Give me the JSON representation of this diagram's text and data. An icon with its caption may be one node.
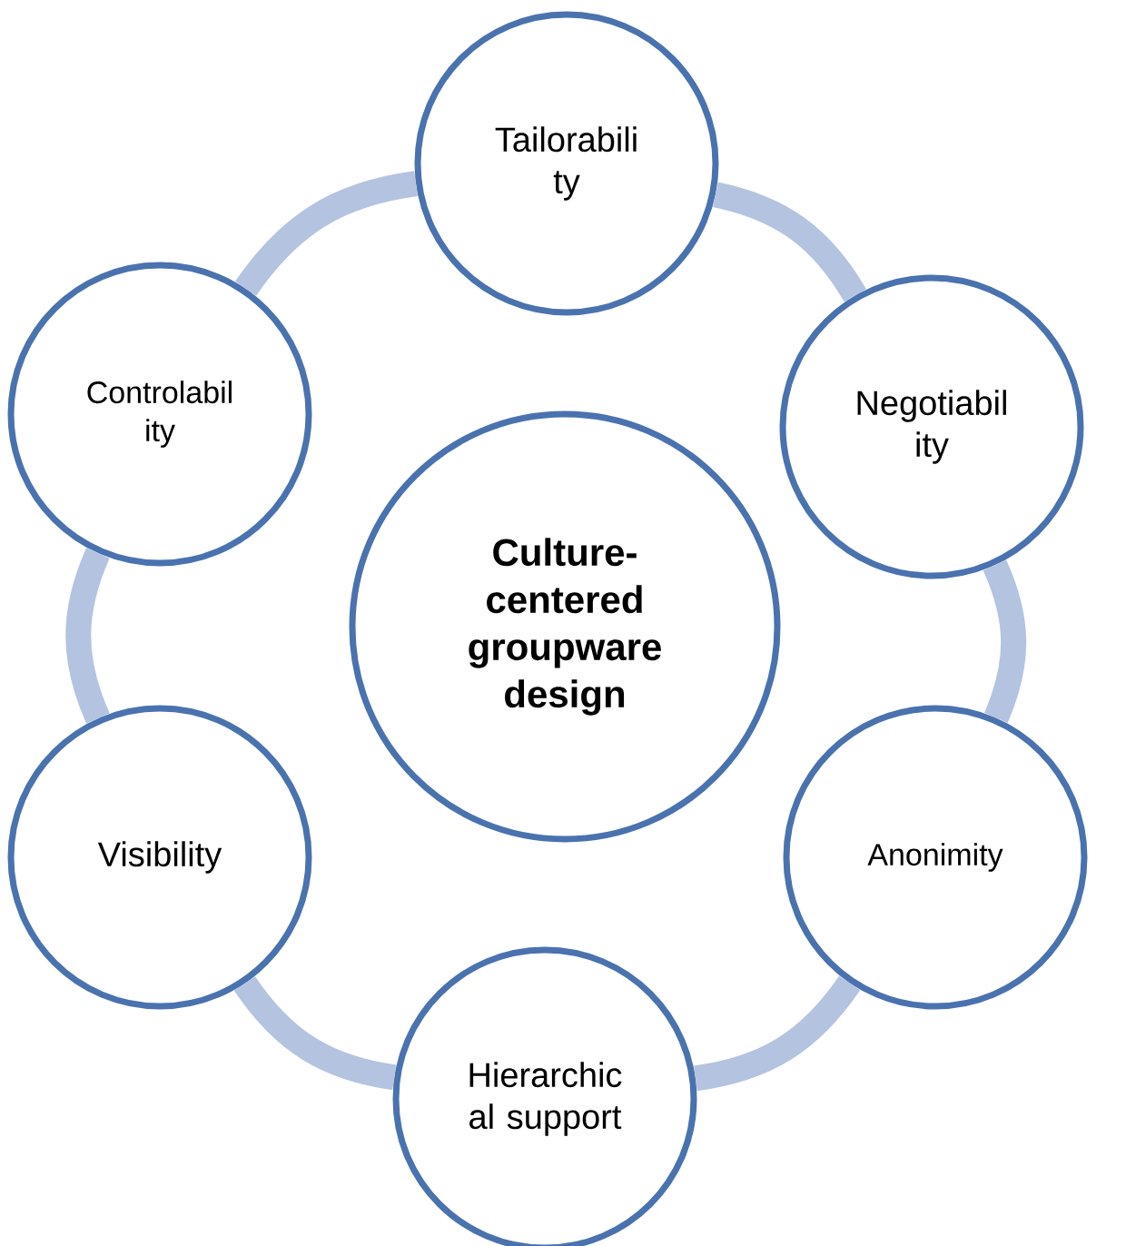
{
  "diagram": {
    "nodes": [
      {
        "text": [
          "**Culture-centered groupware design**"
        ]
      },
      {
        "text": [
          "Tailorabili ty"
        ]
      },
      {
        "text": [
          "Negotiabil ity"
        ]
      },
      {
        "text": [
          "Anonimity"
        ]
      },
      {
        "text": [
          "Hierarchic al support"
        ]
      },
      {
        "text": [
          "Visibility"
        ]
      },
      {
        "text": [
          "Controlabil ity"
        ]
      }
    ],
    "edges": [
      {
        "from": 1,
        "to": 2,
        "arrow": "none"
      },
      {
        "from": 2,
        "to": 3,
        "arrow": "none"
      },
      {
        "from": 3,
        "to": 4,
        "arrow": "none"
      },
      {
        "from": 4,
        "to": 5,
        "arrow": "none"
      },
      {
        "from": 5,
        "to": 6,
        "arrow": "none"
      },
      {
        "from": 6,
        "to": 1,
        "arrow": "none"
      }
    ]
  }
}
